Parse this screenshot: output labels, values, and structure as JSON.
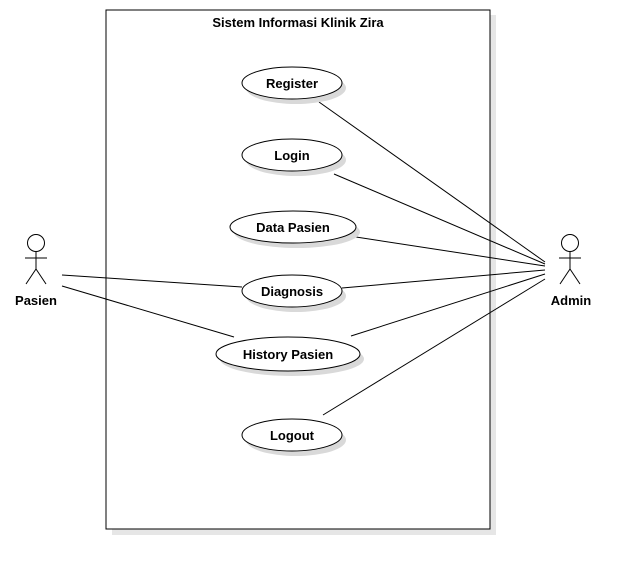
{
  "system": {
    "title": "Sistem Informasi Klinik Zira"
  },
  "actors": {
    "pasien": {
      "label": "Pasien"
    },
    "admin": {
      "label": "Admin"
    }
  },
  "use_cases": {
    "register": {
      "label": "Register"
    },
    "login": {
      "label": "Login"
    },
    "data_pasien": {
      "label": "Data Pasien"
    },
    "diagnosis": {
      "label": "Diagnosis"
    },
    "history_pasien": {
      "label": "History Pasien"
    },
    "logout": {
      "label": "Logout"
    }
  },
  "associations": [
    {
      "actor": "pasien",
      "use_case": "diagnosis"
    },
    {
      "actor": "pasien",
      "use_case": "history_pasien"
    },
    {
      "actor": "admin",
      "use_case": "register"
    },
    {
      "actor": "admin",
      "use_case": "login"
    },
    {
      "actor": "admin",
      "use_case": "data_pasien"
    },
    {
      "actor": "admin",
      "use_case": "diagnosis"
    },
    {
      "actor": "admin",
      "use_case": "history_pasien"
    },
    {
      "actor": "admin",
      "use_case": "logout"
    }
  ]
}
